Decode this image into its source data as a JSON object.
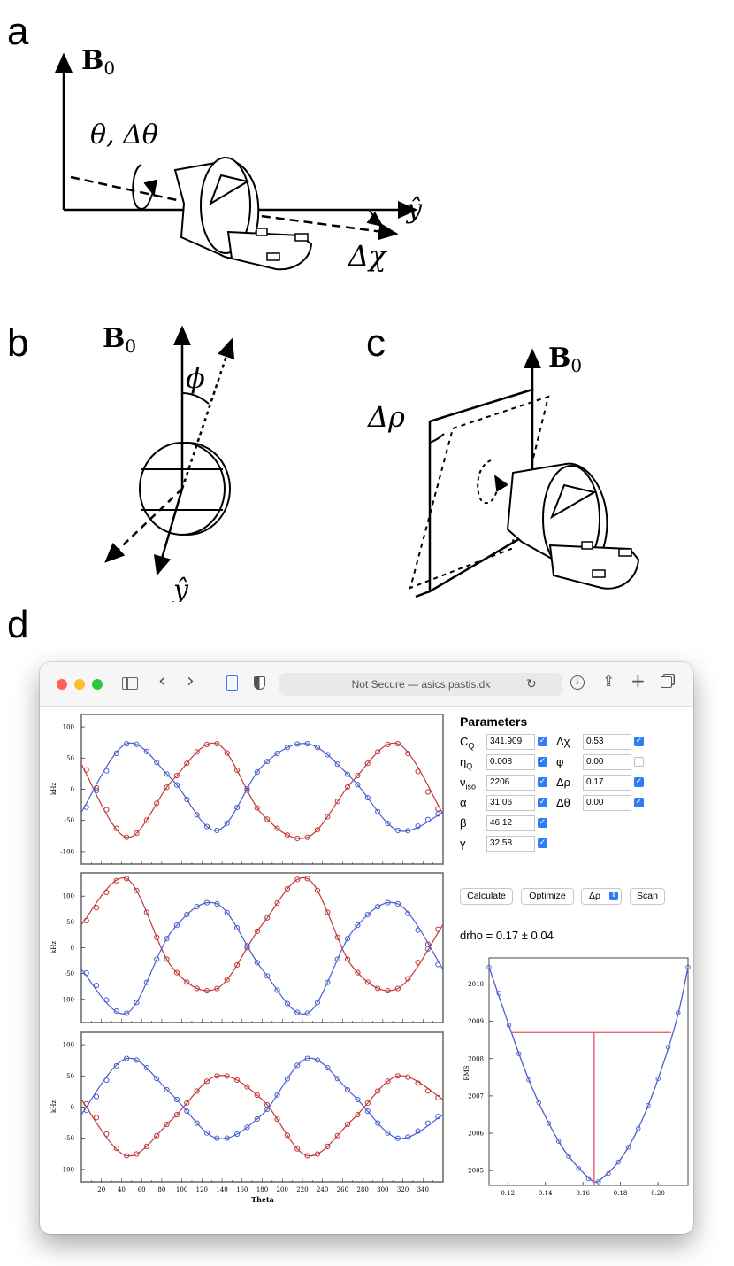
{
  "panels": {
    "a": "a",
    "b": "b",
    "c": "c",
    "d": "d"
  },
  "diagram_a": {
    "b0": "B",
    "b0_sub": "0",
    "theta": "θ, Δθ",
    "y_axis": "ŷ",
    "chi": "Δχ"
  },
  "diagram_b": {
    "b0": "B",
    "b0_sub": "0",
    "phi": "ϕ",
    "y_axis": "ŷ"
  },
  "diagram_c": {
    "b0": "B",
    "b0_sub": "0",
    "rho": "Δρ"
  },
  "browser": {
    "url": "Not Secure — asics.pastis.dk",
    "sidebar_icon": "sidebar-icon",
    "back_icon": "‹",
    "forward_icon": "›"
  },
  "parameters": {
    "title": "Parameters",
    "left": [
      {
        "label": "C",
        "sub": "Q",
        "value": "341.909",
        "checked": true
      },
      {
        "label": "η",
        "sub": "Q",
        "value": "0.008",
        "checked": true
      },
      {
        "label": "ν",
        "sub": "iso",
        "value": "2206",
        "checked": true
      },
      {
        "label": "α",
        "sub": "",
        "value": "31.06",
        "checked": true
      },
      {
        "label": "β",
        "sub": "",
        "value": "46.12",
        "checked": true
      },
      {
        "label": "γ",
        "sub": "",
        "value": "32.58",
        "checked": true
      }
    ],
    "right": [
      {
        "label": "Δχ",
        "sub": "",
        "value": "0.53",
        "checked": true
      },
      {
        "label": "φ",
        "sub": "",
        "value": "0.00",
        "checked": false
      },
      {
        "label": "Δρ",
        "sub": "",
        "value": "0.17",
        "checked": true
      },
      {
        "label": "Δθ",
        "sub": "",
        "value": "0.00",
        "checked": true
      }
    ]
  },
  "buttons": {
    "calculate": "Calculate",
    "optimize": "Optimize",
    "select_value": "Δρ",
    "scan": "Scan"
  },
  "result_text": "drho = 0.17 ± 0.04",
  "colors": {
    "red": "#c0393b",
    "blue": "#4a5fd0",
    "fit": "#e0506a"
  },
  "chart_data": [
    {
      "type": "line",
      "ylabel": "kHz",
      "ylim": [
        -120,
        120
      ],
      "xlim": [
        0,
        360
      ],
      "yticks": [
        "100",
        "50",
        "0",
        "-50",
        "-100"
      ],
      "series": [
        {
          "color": "red",
          "x": [
            0,
            45,
            90,
            135,
            180,
            225,
            270,
            315,
            360
          ],
          "y": [
            40,
            -77,
            13,
            73,
            -40,
            -77,
            13,
            73,
            -40
          ]
        },
        {
          "color": "blue",
          "x": [
            0,
            45,
            90,
            135,
            180,
            225,
            270,
            315,
            360
          ],
          "y": [
            -37,
            73,
            16,
            -66,
            37,
            73,
            16,
            -66,
            -37
          ]
        }
      ]
    },
    {
      "type": "line",
      "ylabel": "kHz",
      "ylim": [
        -145,
        145
      ],
      "xlim": [
        0,
        360
      ],
      "yticks": [
        "100",
        "50",
        "0",
        "-50",
        "-100"
      ],
      "series": [
        {
          "color": "red",
          "x": [
            0,
            45,
            90,
            135,
            180,
            225,
            270,
            315,
            360
          ],
          "y": [
            45,
            134,
            -37,
            -79,
            45,
            134,
            -37,
            -79,
            45
          ]
        },
        {
          "color": "blue",
          "x": [
            0,
            45,
            90,
            135,
            180,
            225,
            270,
            315,
            360
          ],
          "y": [
            -42,
            -127,
            32,
            85,
            -42,
            -127,
            32,
            85,
            -42
          ]
        }
      ]
    },
    {
      "type": "line",
      "ylabel": "kHz",
      "ylim": [
        -120,
        120
      ],
      "xlim": [
        0,
        360
      ],
      "xlabel": "Theta",
      "yticks": [
        "100",
        "50",
        "0",
        "-50",
        "-100"
      ],
      "xticks": [
        "20",
        "40",
        "60",
        "80",
        "100",
        "120",
        "140",
        "160",
        "180",
        "200",
        "220",
        "240",
        "260",
        "280",
        "300",
        "320",
        "340"
      ],
      "series": [
        {
          "color": "red",
          "x": [
            0,
            45,
            90,
            135,
            180,
            225,
            270,
            315,
            360
          ],
          "y": [
            12,
            -78,
            -20,
            50,
            12,
            -78,
            -20,
            50,
            12
          ]
        },
        {
          "color": "blue",
          "x": [
            0,
            45,
            90,
            135,
            180,
            225,
            270,
            315,
            360
          ],
          "y": [
            -12,
            78,
            20,
            -50,
            -12,
            78,
            20,
            -50,
            -12
          ]
        }
      ]
    },
    {
      "type": "line",
      "ylabel": "RMS",
      "xlim": [
        0.11,
        0.216
      ],
      "ylim": [
        2004.6,
        2010.7
      ],
      "xticks": [
        "0.12",
        "0.14",
        "0.16",
        "0.18",
        "0.20"
      ],
      "yticks": [
        "2010",
        "2009",
        "2008",
        "2007",
        "2006",
        "2005"
      ],
      "series": [
        {
          "color": "blue",
          "x": [
            0.11,
            0.12,
            0.13,
            0.14,
            0.15,
            0.16,
            0.166,
            0.17,
            0.18,
            0.19,
            0.2,
            0.21,
            0.216
          ],
          "y": [
            2010.45,
            2008.98,
            2007.58,
            2006.45,
            2005.55,
            2004.95,
            2004.7,
            2004.78,
            2005.3,
            2006.18,
            2007.45,
            2009.05,
            2010.45
          ]
        }
      ],
      "min_x": 0.166,
      "threshold_y": 2008.7,
      "interval": [
        0.122,
        0.207
      ]
    }
  ]
}
